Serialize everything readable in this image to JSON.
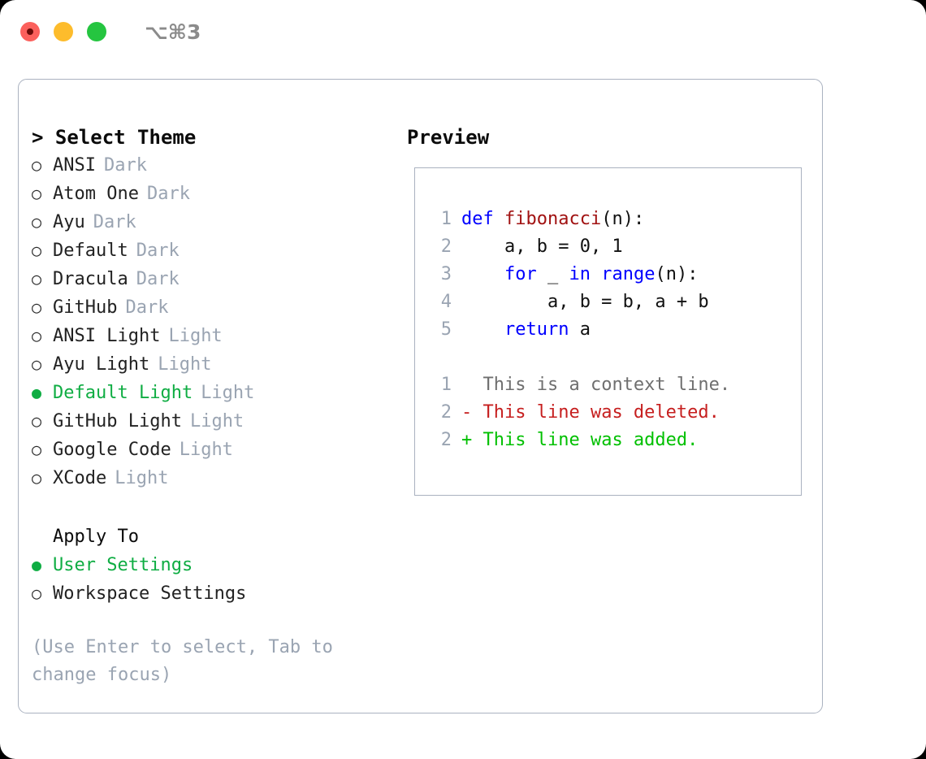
{
  "titlebar": {
    "shortcut": "⌥⌘3",
    "buttons": [
      {
        "name": "close",
        "color": "#fb605c"
      },
      {
        "name": "minimize",
        "color": "#fdbc2c"
      },
      {
        "name": "zoom",
        "color": "#25c540"
      }
    ]
  },
  "colors": {
    "selected_green": "#0fad43",
    "muted_gray": "#9aa4b2",
    "keyword_blue": "#0000ff",
    "function_red": "#a11212",
    "diff_delete": "#c61f1f",
    "diff_add": "#00c000",
    "border": "#aab2c0"
  },
  "left": {
    "header": "> Select Theme",
    "themes": [
      {
        "marker": "○",
        "label": "ANSI",
        "tag": "Dark",
        "selected": false
      },
      {
        "marker": "○",
        "label": "Atom One",
        "tag": "Dark",
        "selected": false
      },
      {
        "marker": "○",
        "label": "Ayu",
        "tag": "Dark",
        "selected": false
      },
      {
        "marker": "○",
        "label": "Default",
        "tag": "Dark",
        "selected": false
      },
      {
        "marker": "○",
        "label": "Dracula",
        "tag": "Dark",
        "selected": false
      },
      {
        "marker": "○",
        "label": "GitHub",
        "tag": "Dark",
        "selected": false
      },
      {
        "marker": "○",
        "label": "ANSI Light",
        "tag": "Light",
        "selected": false
      },
      {
        "marker": "○",
        "label": "Ayu Light",
        "tag": "Light",
        "selected": false
      },
      {
        "marker": "●",
        "label": "Default Light",
        "tag": "Light",
        "selected": true
      },
      {
        "marker": "○",
        "label": "GitHub Light",
        "tag": "Light",
        "selected": false
      },
      {
        "marker": "○",
        "label": "Google Code",
        "tag": "Light",
        "selected": false
      },
      {
        "marker": "○",
        "label": "XCode",
        "tag": "Light",
        "selected": false
      }
    ],
    "apply_to": {
      "title": "Apply To",
      "options": [
        {
          "marker": "●",
          "label": "User Settings",
          "selected": true
        },
        {
          "marker": "○",
          "label": "Workspace Settings",
          "selected": false
        }
      ]
    },
    "hint": "(Use Enter to select, Tab to change focus)"
  },
  "right": {
    "title": "Preview",
    "code_lines": [
      {
        "no": "1",
        "tokens": [
          {
            "t": "def ",
            "k": "kw"
          },
          {
            "t": "fibonacci",
            "k": "fn"
          },
          {
            "t": "(n):",
            "k": "plain"
          }
        ]
      },
      {
        "no": "2",
        "tokens": [
          {
            "t": "    a, b = 0, 1",
            "k": "plain"
          }
        ]
      },
      {
        "no": "3",
        "tokens": [
          {
            "t": "    ",
            "k": "plain"
          },
          {
            "t": "for",
            "k": "kw"
          },
          {
            "t": " _ ",
            "k": "plain"
          },
          {
            "t": "in",
            "k": "kw"
          },
          {
            "t": " ",
            "k": "plain"
          },
          {
            "t": "range",
            "k": "kw"
          },
          {
            "t": "(n):",
            "k": "plain"
          }
        ]
      },
      {
        "no": "4",
        "tokens": [
          {
            "t": "        a, b = b, a + b",
            "k": "plain"
          }
        ]
      },
      {
        "no": "5",
        "tokens": [
          {
            "t": "    ",
            "k": "plain"
          },
          {
            "t": "return",
            "k": "kw"
          },
          {
            "t": " a",
            "k": "plain"
          }
        ]
      }
    ],
    "diff_lines": [
      {
        "no": "1",
        "sign": "  ",
        "text": "This is a context line.",
        "kind": "ctx"
      },
      {
        "no": "2",
        "sign": "- ",
        "text": "This line was deleted.",
        "kind": "del"
      },
      {
        "no": "2",
        "sign": "+ ",
        "text": "This line was added.",
        "kind": "add"
      }
    ]
  }
}
